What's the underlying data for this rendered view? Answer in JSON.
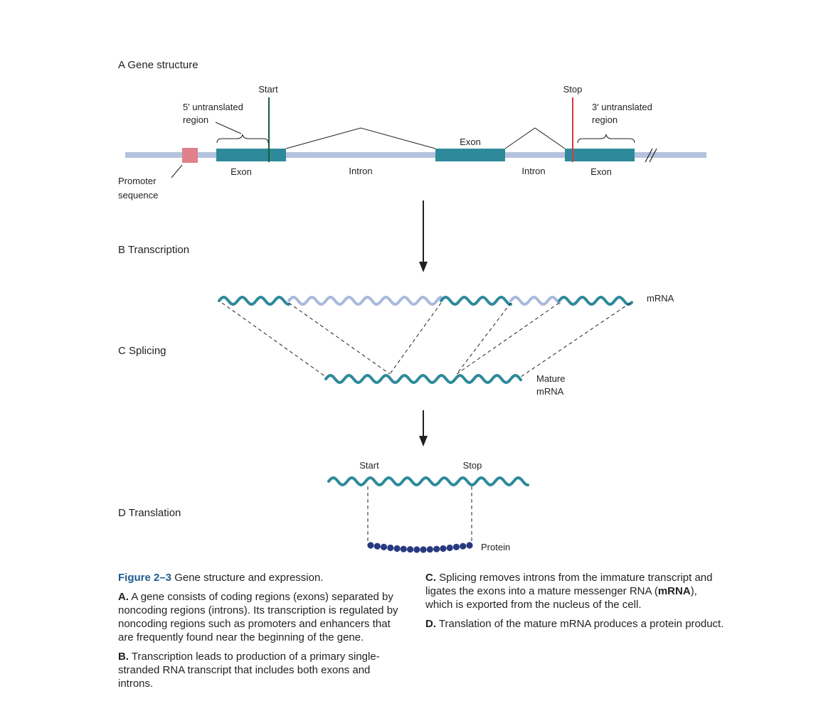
{
  "colors": {
    "backbone": "#b4c2dd",
    "exon": "#2e8a9a",
    "intron_rna": "#a9badb",
    "promoter": "#e0808a",
    "start_line": "#1a5c3a",
    "stop_line": "#d9393e",
    "protein": "#283a7f",
    "title_blue": "#1f5b8f"
  },
  "panels": {
    "a": "A  Gene structure",
    "b": "B  Transcription",
    "c": "C  Splicing",
    "d": "D  Translation"
  },
  "gene": {
    "start": "Start",
    "stop": "Stop",
    "utr5_line1": "5′ untranslated",
    "utr5_line2": "region",
    "utr3_line1": "3′ untranslated",
    "utr3_line2": "region",
    "exon1": "Exon",
    "exon2": "Exon",
    "exon3": "Exon",
    "intron1": "Intron",
    "intron2": "Intron",
    "promoter_line1": "Promoter",
    "promoter_line2": "sequence"
  },
  "rna": {
    "mrna": "mRNA",
    "mature_line1": "Mature",
    "mature_line2": "mRNA"
  },
  "translation": {
    "start": "Start",
    "stop": "Stop",
    "protein": "Protein",
    "bead_count": 16
  },
  "caption": {
    "figure_label": "Figure 2–3",
    "figure_title": "Gene structure and expression.",
    "a_label": "A.",
    "a_text": "A gene consists of coding regions (exons) separated by noncoding regions (introns). Its transcription is regulated by noncoding regions such as promoters and enhancers that are frequently found near the beginning of the gene.",
    "b_label": "B.",
    "b_text": "Transcription leads to production of a primary single-stranded RNA transcript that includes both exons and introns.",
    "c_label": "C.",
    "c_text_1": "Splicing removes introns from the immature transcript and ligates the exons into a mature messenger RNA (",
    "c_abbrev": "mRNA",
    "c_text_2": "), which is exported from the nucleus of the cell.",
    "d_label": "D.",
    "d_text": "Translation of the mature mRNA produces a protein product."
  }
}
